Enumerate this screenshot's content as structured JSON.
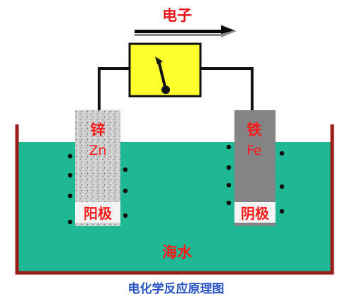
{
  "labels": {
    "electron": "电子",
    "zinc_name": "锌",
    "zinc_symbol": "Zn",
    "anode": "阳极",
    "iron_name": "铁",
    "iron_symbol": "Fe",
    "cathode": "阴极",
    "seawater": "海水"
  },
  "caption": "电化学反应原理图",
  "colors": {
    "seawater": "#1fb894",
    "container_wall": "#9c1a1a",
    "meter_box": "#ffff2e",
    "wire": "#111111",
    "iron_electrode": "#848484",
    "label_text": "#ff1a1a",
    "caption_text": "#2a55c6"
  },
  "icons": {
    "electron_flow": "arrow-right-icon",
    "meter": "galvanometer-icon"
  }
}
